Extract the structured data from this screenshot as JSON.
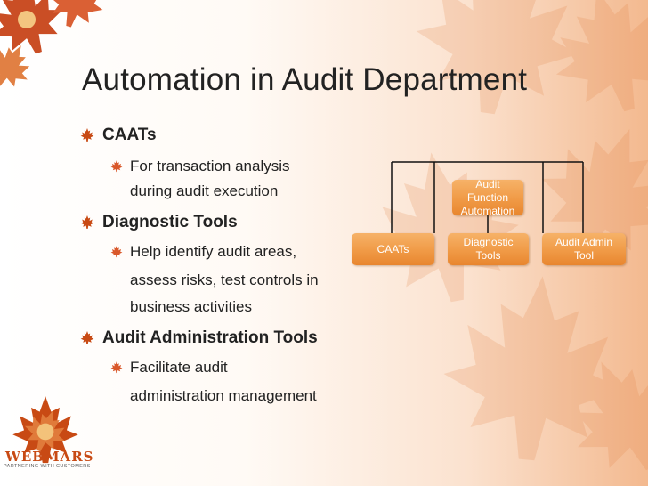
{
  "slide": {
    "title": "Automation in Audit Department",
    "bullets": [
      {
        "text": "CAATs",
        "sub": [
          "For  transaction analysis",
          "during audit execution"
        ]
      },
      {
        "text": "Diagnostic Tools",
        "sub": [
          "Help identify audit areas,",
          "assess risks, test controls in",
          "business activities"
        ]
      },
      {
        "text": "Audit Administration Tools",
        "sub": [
          "Facilitate audit",
          "administration management"
        ]
      }
    ]
  },
  "org_chart": {
    "root": "Audit Function\nAutomation",
    "children": [
      "CAATs",
      "Diagnostic Tools",
      "Audit Admin\nTool"
    ]
  },
  "logo": {
    "name": "WEBMARS",
    "tagline": "PARTNERING WITH CUSTOMERS"
  },
  "colors": {
    "accent": "#e8862f",
    "leaf": "#c84a14",
    "title": "#222222"
  },
  "icons": [
    "maple-leaf-bullet-icon",
    "maple-leaf-decoration",
    "webmars-logo"
  ]
}
